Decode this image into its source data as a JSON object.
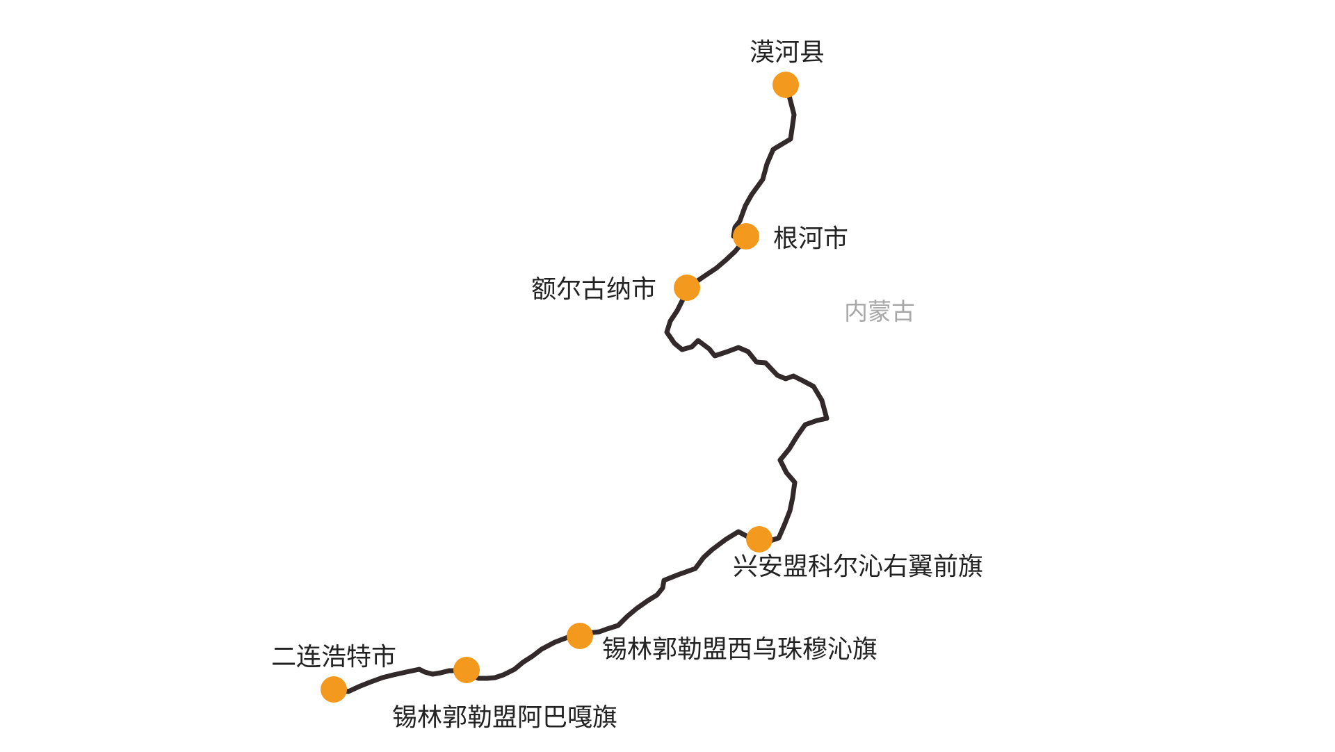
{
  "region": {
    "name": "内蒙古",
    "label_color": "#a8a8a8"
  },
  "route": {
    "line_color": "#32292a",
    "marker_color": "#f39a1e"
  },
  "stops": [
    {
      "id": "mohe",
      "name": "漠河县"
    },
    {
      "id": "genhe",
      "name": "根河市"
    },
    {
      "id": "erguna",
      "name": "额尔古纳市"
    },
    {
      "id": "xinganmeng",
      "name": "兴安盟科尔沁右翼前旗"
    },
    {
      "id": "xiwuzhumuqin",
      "name": "锡林郭勒盟西乌珠穆沁旗"
    },
    {
      "id": "abaga",
      "name": "锡林郭勒盟阿巴嘎旗"
    },
    {
      "id": "erlianhaote",
      "name": "二连浩特市"
    }
  ]
}
